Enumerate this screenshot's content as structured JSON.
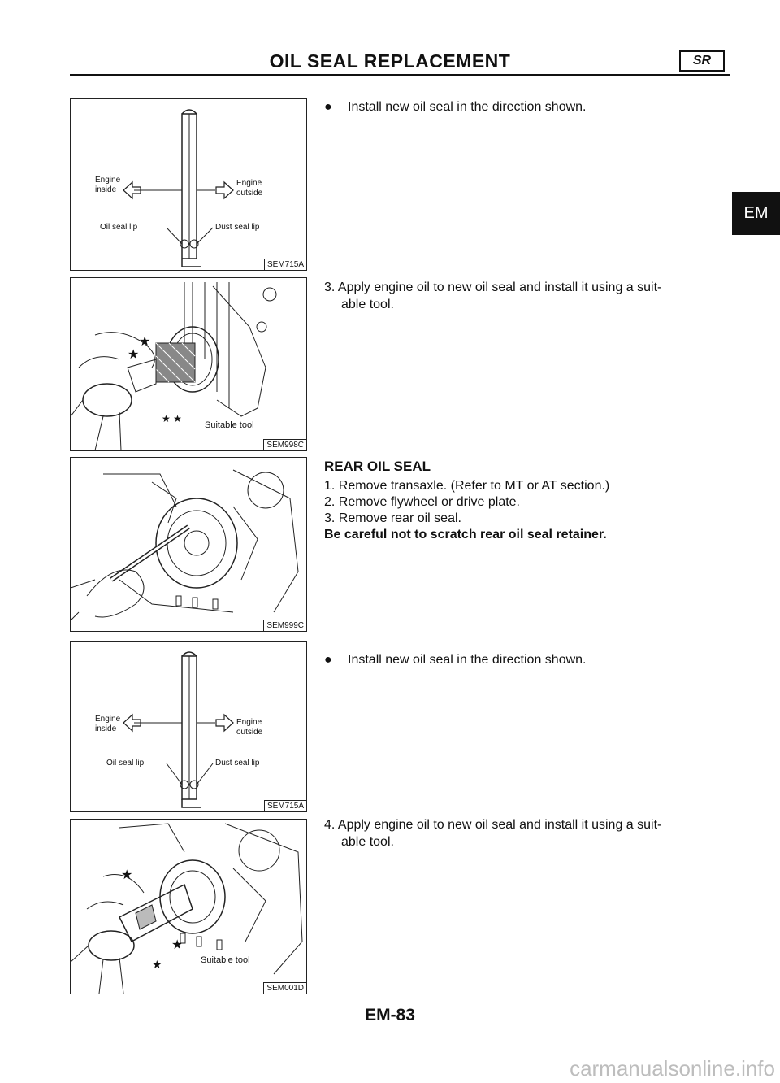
{
  "header": {
    "title": "OIL SEAL REPLACEMENT",
    "badge": "SR"
  },
  "side_tab": "EM",
  "figures": [
    {
      "code": "SEM715A",
      "labels": {
        "engine_inside": "Engine\ninside",
        "engine_outside": "Engine\noutside",
        "oil_seal_lip": "Oil seal lip",
        "dust_seal_lip": "Dust seal lip"
      }
    },
    {
      "code": "SEM998C",
      "labels": {
        "tool": "Suitable tool"
      }
    },
    {
      "code": "SEM999C"
    },
    {
      "code": "SEM715A",
      "labels": {
        "engine_inside": "Engine\ninside",
        "engine_outside": "Engine\noutside",
        "oil_seal_lip": "Oil seal lip",
        "dust_seal_lip": "Dust seal lip"
      }
    },
    {
      "code": "SEM001D",
      "labels": {
        "tool": "Suitable tool"
      }
    }
  ],
  "text": {
    "bullet1": "Install new oil seal in the direction shown.",
    "step3_a": "3. Apply engine oil to new oil seal and install it using a suit-",
    "step3_b": "able tool.",
    "rear_heading": "REAR OIL SEAL",
    "rear_1": "1. Remove transaxle. (Refer to MT or AT section.)",
    "rear_2": "2. Remove flywheel or drive plate.",
    "rear_3": "3. Remove rear oil seal.",
    "rear_caution": "Be careful not to scratch rear oil seal retainer.",
    "bullet2": "Install new oil seal in the direction shown.",
    "step4_a": "4. Apply engine oil to new oil seal and install it using a suit-",
    "step4_b": "able tool."
  },
  "page_number": "EM-83",
  "footer": "carmanualsonline.info"
}
